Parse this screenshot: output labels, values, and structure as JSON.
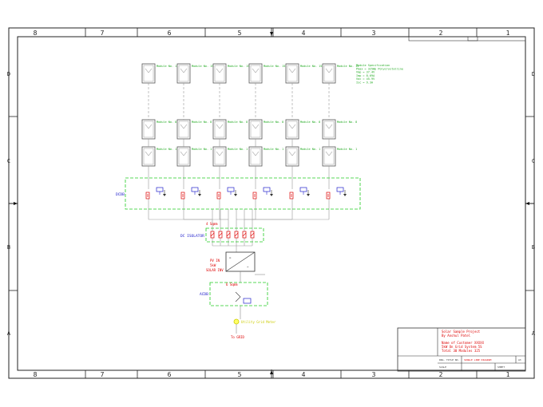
{
  "frame": {
    "cols_top": [
      "8",
      "7",
      "6",
      "5",
      "4",
      "3",
      "2",
      "1"
    ],
    "cols_bottom": [
      "8",
      "7",
      "6",
      "5",
      "4",
      "3",
      "2",
      "1"
    ],
    "rows_left": [
      "D",
      "C",
      "B",
      "A"
    ],
    "rows_right": [
      "D",
      "C",
      "B",
      "A"
    ]
  },
  "modules": {
    "top_labels": [
      "Module No. 15",
      "Module No. 15",
      "Module No. 15",
      "Module No. 15",
      "Module No. 15",
      "Module No. 15"
    ],
    "mid_labels": [
      "Module No. 8",
      "Module No. 8",
      "Module No. 8",
      "Module No. 8",
      "Module No. 8",
      "Module No. 8"
    ],
    "bot_labels": [
      "Module No. 1",
      "Module No. 1",
      "Module No. 1",
      "Module No. 1",
      "Module No. 1",
      "Module No. 1"
    ],
    "spec_lines": [
      "Module Specification",
      "Pmax = 325Wp Polycrystalline",
      "Vmp = 37.4V",
      "Imp = 8.69A",
      "Voc = 45.9V",
      "Isc = 9.3A"
    ]
  },
  "labels": {
    "dcdb": "DCDB",
    "dc_isolator": "DC ISOLATOR",
    "isolator_note": "4 Sqmm",
    "inverter_notes": [
      "PV IN",
      "5kW",
      "SOLAR INV"
    ],
    "acdb": "ACDB",
    "acdb_note": "6 Sqmm",
    "grid_label": "Utility Grid Meter",
    "to_grid": "To GRID"
  },
  "title_block": {
    "lines": [
      "Solar Sample Project",
      "By Anshul Patel",
      "",
      "Name of Customer XXXXX",
      "5kW On Grid System 5S",
      "Total 30 Modules 325"
    ],
    "row1": [
      "DRG. TITLE NO.",
      "SINGLE LINE DIAGRAM",
      "A3"
    ],
    "row2": [
      "SCALE",
      "",
      "SHEET"
    ]
  }
}
